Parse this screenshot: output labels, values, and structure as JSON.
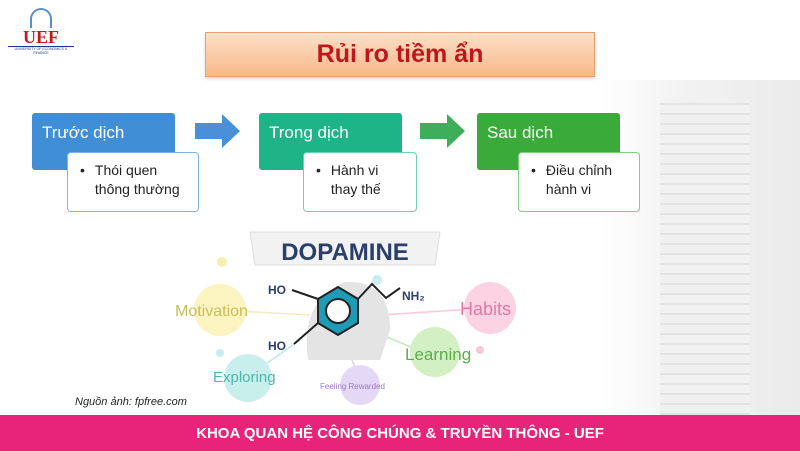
{
  "logo": {
    "name": "UEF",
    "subtitle": "UNIVERSITY OF ECONOMICS & FINANCE"
  },
  "title": "Rủi ro tiềm ẩn",
  "steps": [
    {
      "label": "Trước dịch",
      "lines": [
        "Thói quen",
        "thông thường"
      ],
      "color": "#3f8ed6",
      "border": "#7fb4e6"
    },
    {
      "label": "Trong dịch",
      "lines": [
        "Hành vi",
        "thay thế"
      ],
      "color": "#1fb487",
      "border": "#6fd0b0"
    },
    {
      "label": "Sau dịch",
      "lines": [
        "Điều chỉnh",
        "hành vi"
      ],
      "color": "#3aaa3a",
      "border": "#7fcf7f"
    }
  ],
  "dopamine": {
    "title": "DOPAMINE",
    "ho1": "HO",
    "ho2": "HO",
    "nh2": "NH₂",
    "nodes": [
      "Motivation",
      "Habits",
      "Learning",
      "Exploring",
      "Feeling Rewarded"
    ]
  },
  "caption": "Nguồn ảnh: fpfree.com",
  "footer": "KHOA QUAN HỆ CÔNG CHÚNG & TRUYỀN THÔNG - UEF"
}
